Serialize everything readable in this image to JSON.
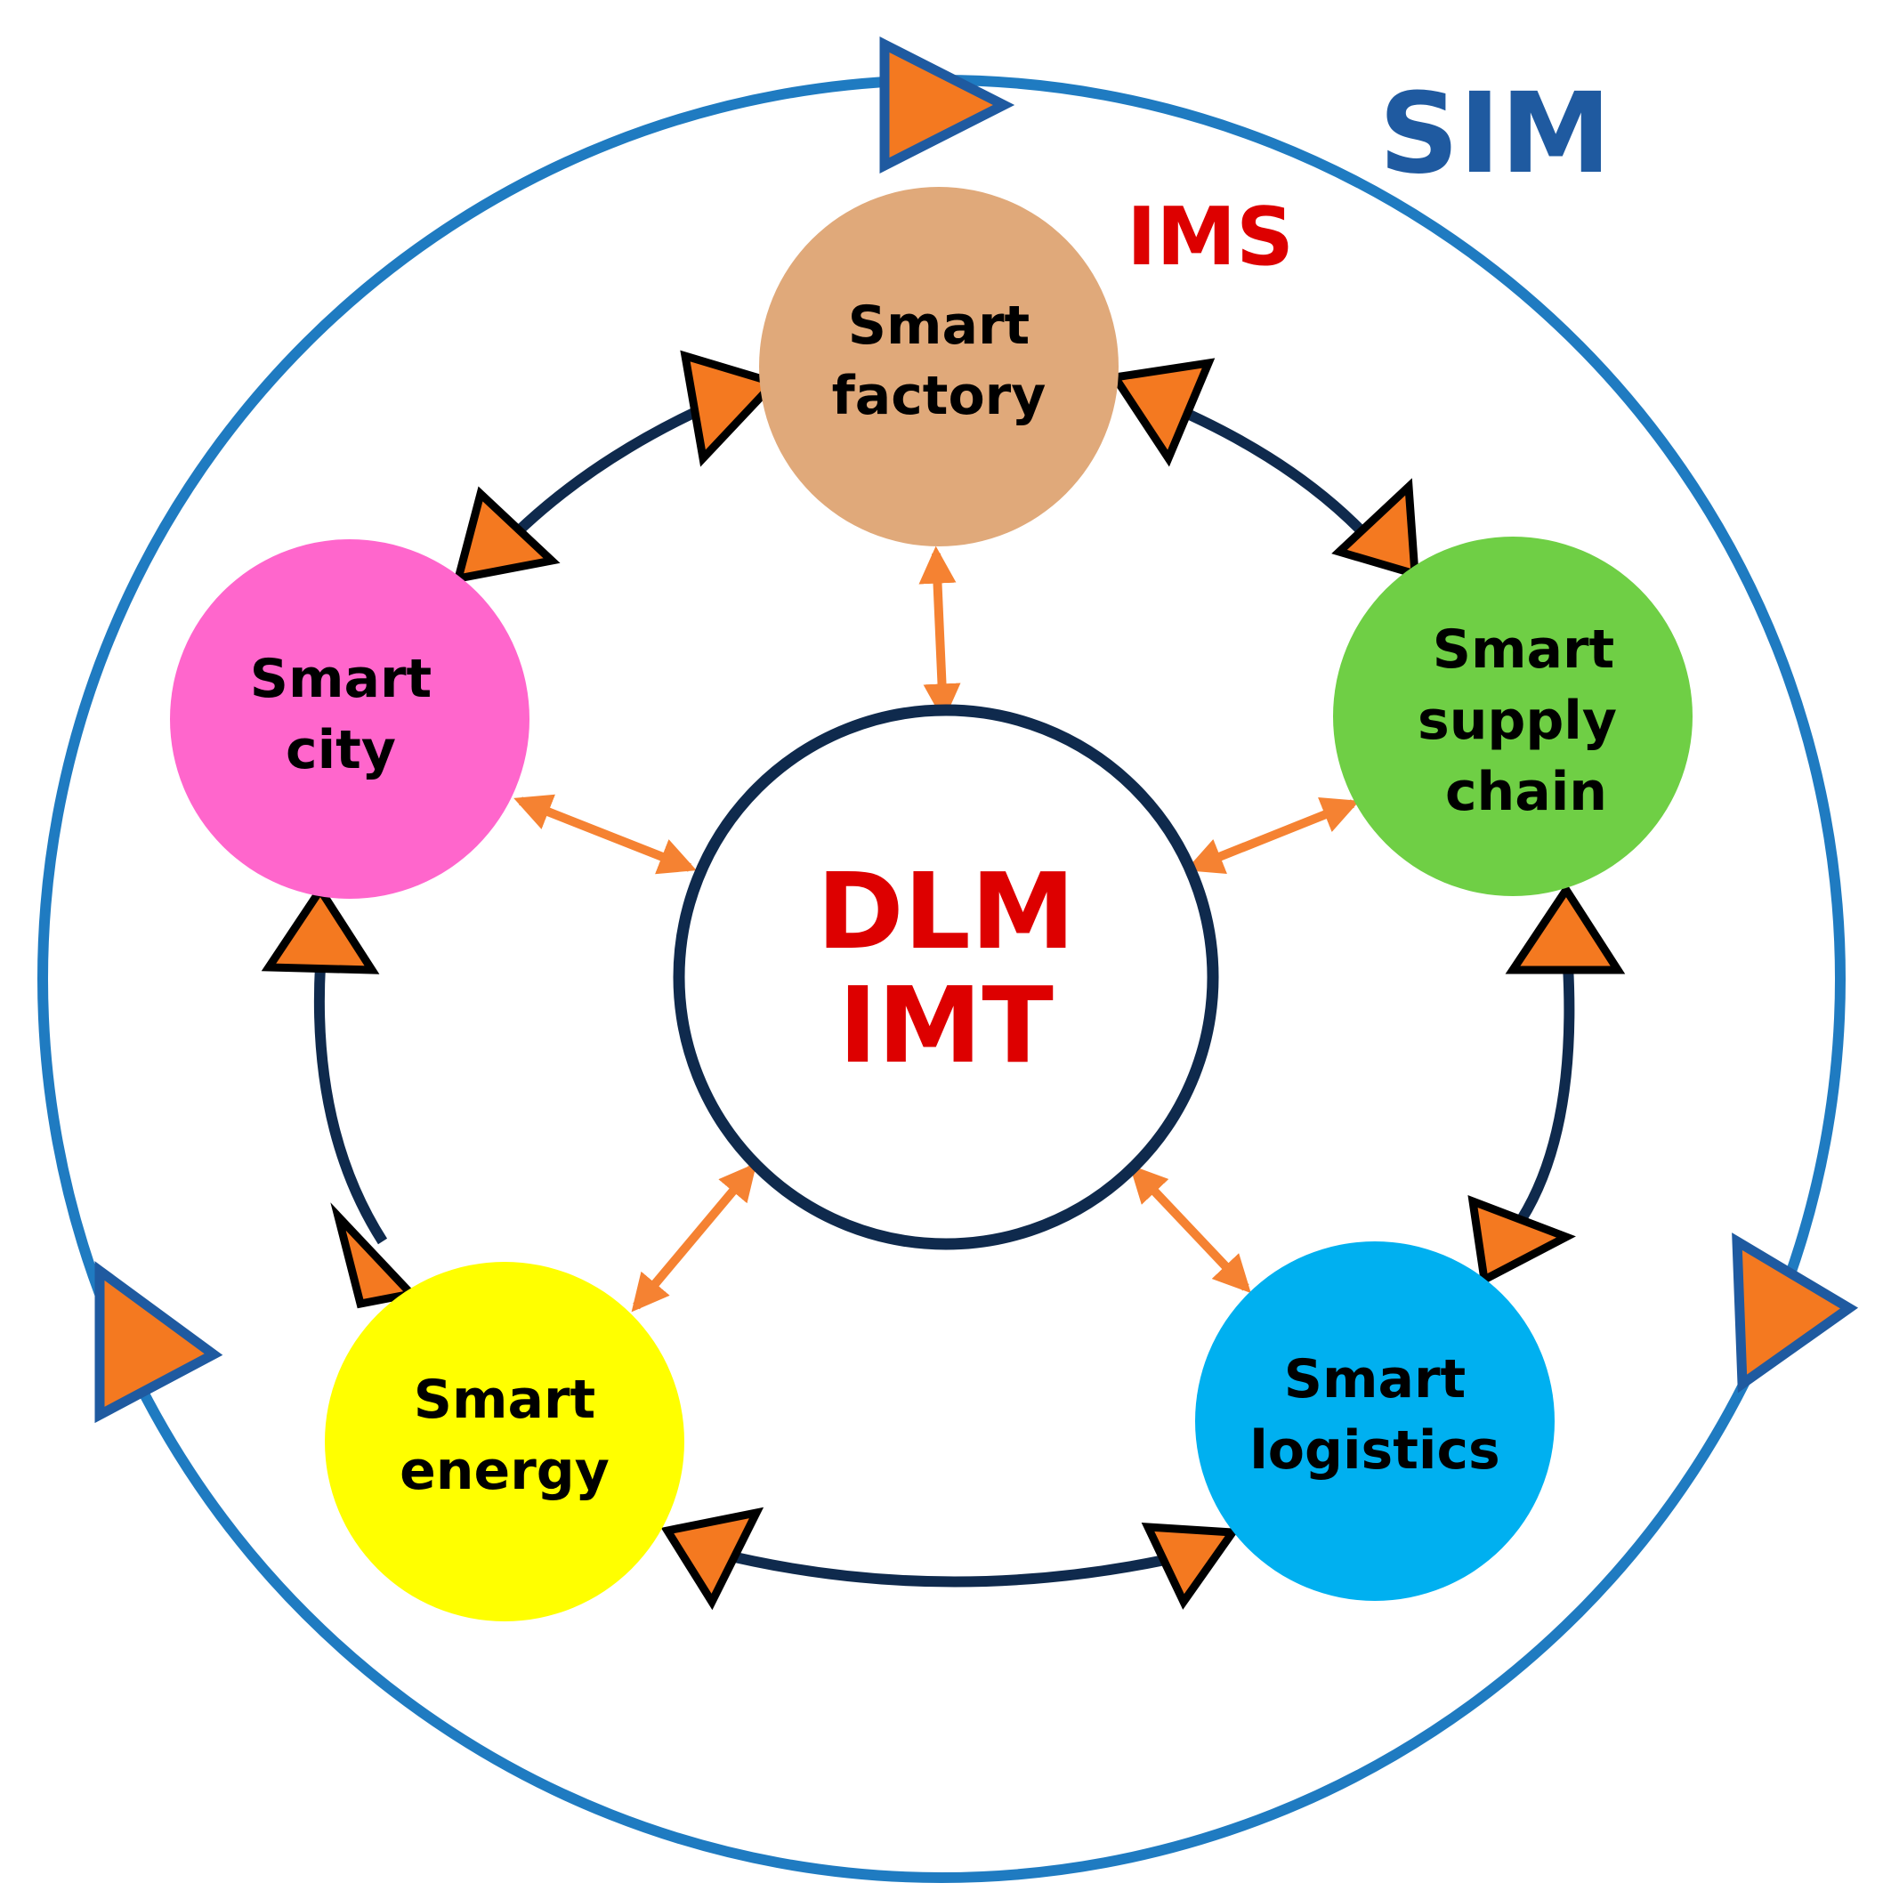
{
  "outer_label": "SIM",
  "ring_label": "IMS",
  "center": {
    "line1": "DLM",
    "line2": "IMT"
  },
  "nodes": {
    "factory": {
      "line1": "Smart",
      "line2": "factory",
      "color": "#E0A97A"
    },
    "supply": {
      "line1": "Smart",
      "line2": "supply",
      "line3": "chain",
      "color": "#6FCF45"
    },
    "logistics": {
      "line1": "Smart",
      "line2": "logistics",
      "color": "#00B0F0"
    },
    "energy": {
      "line1": "Smart",
      "line2": "energy",
      "color": "#FFFF00"
    },
    "city": {
      "line1": "Smart",
      "line2": "city",
      "color": "#FF66CC"
    }
  },
  "colors": {
    "outer_ring": "#1F7BC1",
    "outer_label": "#1F5AA0",
    "inner_ring": "#0F2A4D",
    "accent_red": "#DD0000",
    "arrowhead_fill": "#F47920",
    "connector": "#F58232",
    "node_text": "#000000"
  }
}
